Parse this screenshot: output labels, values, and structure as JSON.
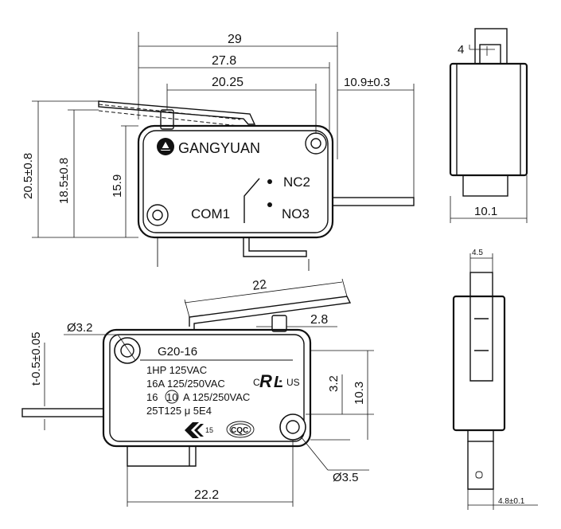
{
  "brand": "GANGYUAN",
  "top_view": {
    "dimensions": {
      "overall_length": "29",
      "inner_length": "27.8",
      "actuator_offset": "20.25",
      "terminal_length": "10.9±0.3",
      "height_total": "20.5±0.8",
      "height_operating": "18.5±0.8",
      "body_height": "15.9"
    },
    "terminals": {
      "nc": "NC2",
      "com": "COM1",
      "no": "NO3"
    }
  },
  "side_view_top": {
    "thickness_top": "4",
    "width": "10.1"
  },
  "front_view": {
    "dimensions": {
      "lever_length": "22",
      "plunger_width": "2.8",
      "hole_left": "Ø3.2",
      "hole_right": "Ø3.5",
      "plate_thickness": "t-0.5±0.05",
      "hole_offset": "3.2",
      "body_height": "10.3",
      "hole_spacing": "22.2"
    },
    "label_lines": {
      "model": "G20-16",
      "rating_1": "1HP 125VAC",
      "rating_2": "16A 125/250VAC",
      "rating_3_pre": "16",
      "rating_3_circ": "10",
      "rating_3_post": "A 125/250VAC",
      "rating_4": "25T125 μ 5E4"
    },
    "cert_marks": {
      "ul_c": "C",
      "ul_r": "R",
      "ul_us": "US",
      "ul_prefix": "Ŀ",
      "enec": "15",
      "cqc": "CQC"
    }
  },
  "side_view_bottom": {
    "thickness": "4.5",
    "terminal_width": "4.8±0.1"
  }
}
